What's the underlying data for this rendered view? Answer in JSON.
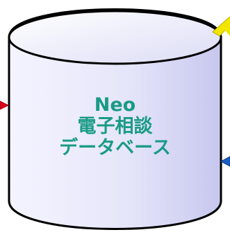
{
  "database": {
    "label_lines": [
      "Neo",
      "電子相談",
      "データベース"
    ],
    "fill_color_light": "#ffffff",
    "fill_color_dark": "#c7c7ee",
    "outline_color": "#000000",
    "text_color": "#1a9b86"
  },
  "arrows": [
    {
      "name": "arrow-top-right",
      "color": "#f2e600"
    },
    {
      "name": "arrow-left",
      "color": "#e0001a"
    },
    {
      "name": "arrow-right",
      "color": "#1a5fc8"
    }
  ]
}
